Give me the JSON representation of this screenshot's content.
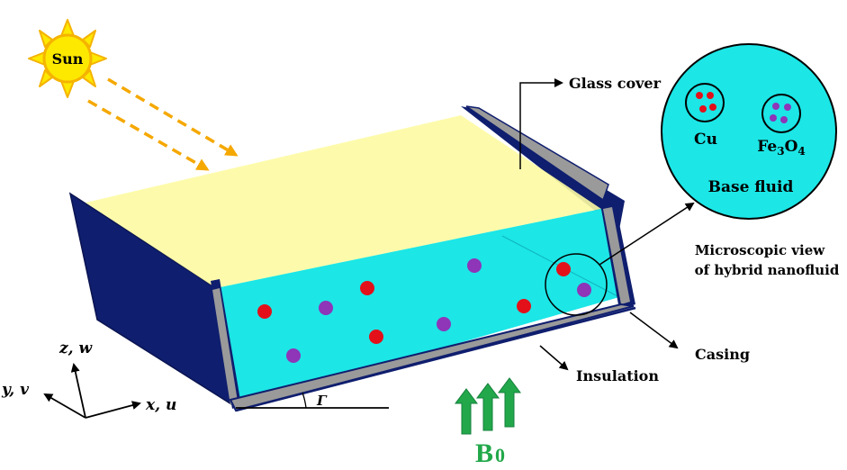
{
  "sun": {
    "label": "Sun",
    "color": "#fde800",
    "ray_color": "#f5b301",
    "beam_color": "#f5a800"
  },
  "labels": {
    "glass_cover": "Glass cover",
    "casing": "Casing",
    "insulation": "Insulation",
    "micro_view_line1": "Microscopic view",
    "micro_view_line2": "of hybrid nanofluid"
  },
  "microscope": {
    "base_fluid": "Base fluid",
    "cu": "Cu",
    "fe3o4_parts": [
      "Fe",
      "3",
      "O",
      "4"
    ]
  },
  "axes": {
    "z": "z, w",
    "y": "y, v",
    "x": "x, u"
  },
  "angle": "Γ",
  "magnetic_field": {
    "base": "B",
    "sub": "0",
    "color": "#22a84a"
  },
  "colors": {
    "fluid": "#1ce6e6",
    "glass": "#fdfba2",
    "casing": "#0f1e6e",
    "insulation": "#9a9a9a",
    "cu_particle": "#e3101a",
    "fe3o4_particle": "#8e35b8"
  }
}
